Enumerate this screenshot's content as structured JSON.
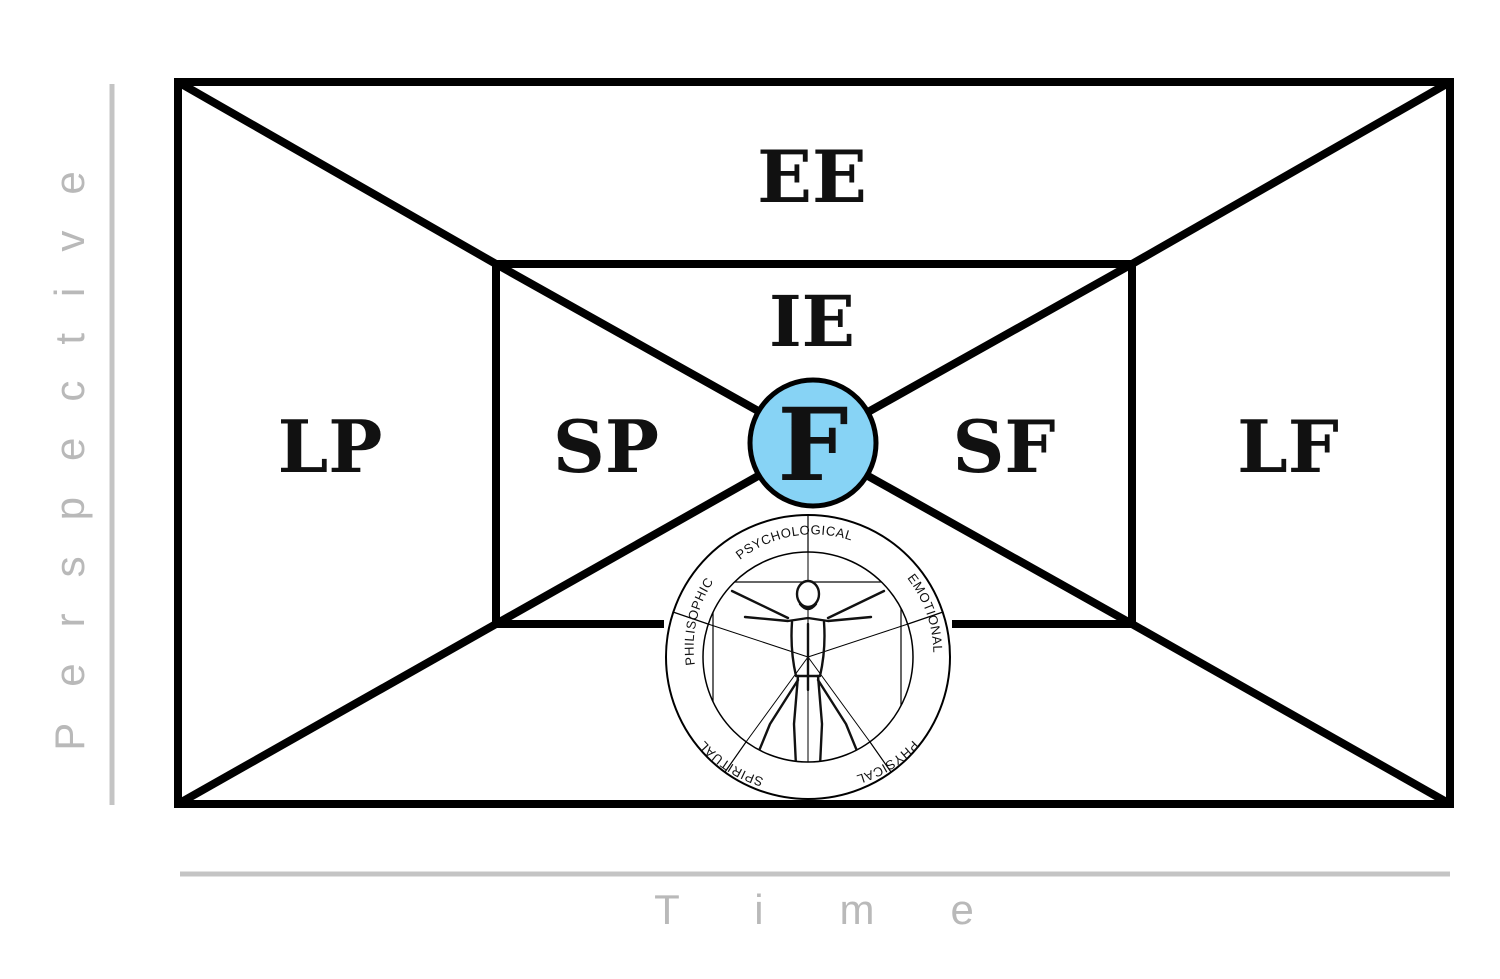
{
  "zones": {
    "ee": "EE",
    "ie": "IE",
    "lp": "LP",
    "sp": "SP",
    "center": "F",
    "sf": "SF",
    "lf": "LF"
  },
  "axes": {
    "vertical_label": "Perspective",
    "horizontal_label": "Time"
  },
  "emblem": {
    "segments": [
      "PSYCHOLOGICAL",
      "EMOTIONAL",
      "PHYSICAL",
      "SPIRITUAL",
      "PHILISOPHICAL"
    ]
  },
  "colors": {
    "center_fill": "#87d3f5",
    "stroke": "#000000",
    "axis": "#c4c4c4",
    "axis_text": "#b9b9b9"
  }
}
